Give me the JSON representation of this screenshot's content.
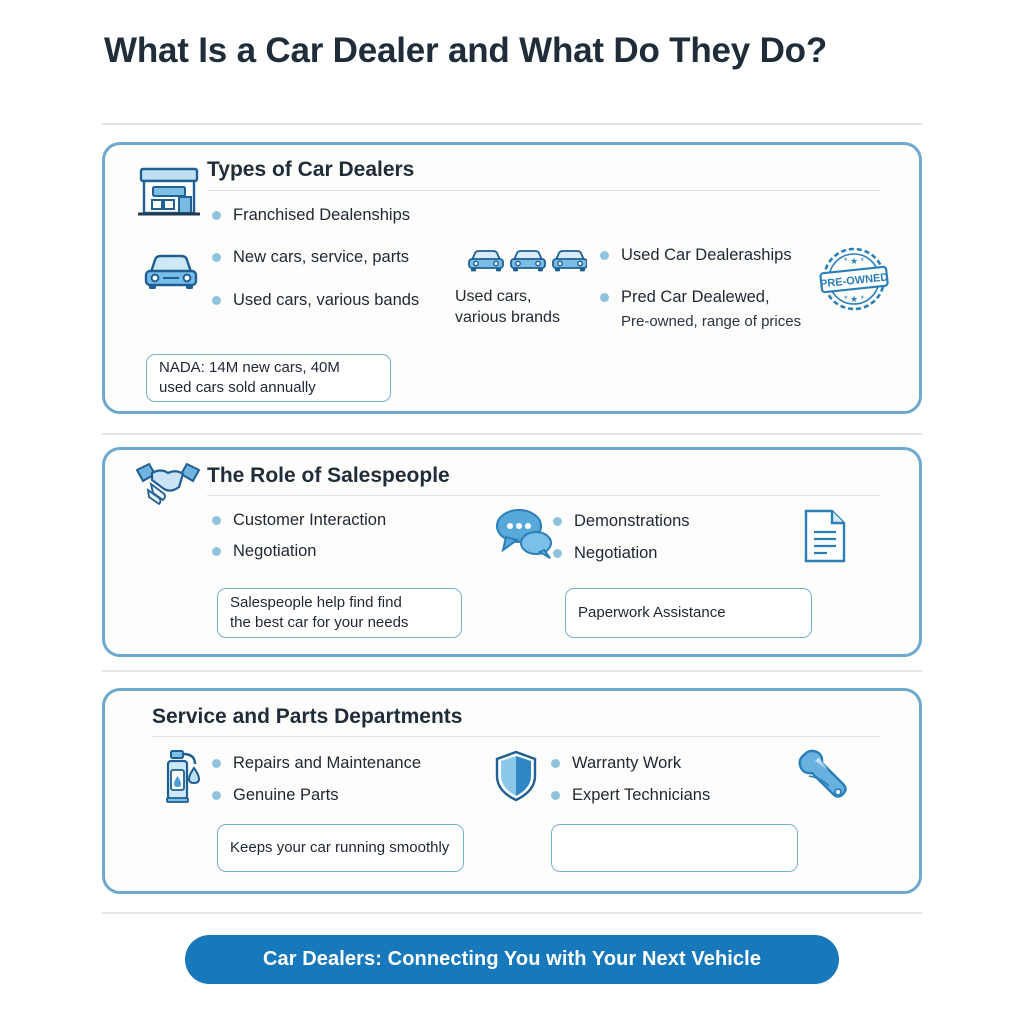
{
  "title": "What Is a Car Dealer and What Do They Do?",
  "cards": [
    {
      "heading": "Types of Car Dealers",
      "left_bullets": [
        "Franchised Dealenships",
        "New cars, service, parts",
        "Used cars, various bands"
      ],
      "middle_caption_line1": "Used cars,",
      "middle_caption_line2": "various brands",
      "right_bullets": [
        "Used Car Dealeraships",
        "Pred Car Dealewed,"
      ],
      "right_sub": "Pre-owned, range of prices",
      "badge_label": "PRE-OWNED",
      "note_line1": "NADA: 14M new cars, 40M",
      "note_line2": "used cars sold annually",
      "icons": {
        "dealership": "storefront-icon",
        "car": "car-front-icon",
        "car_row": "three-cars-icon",
        "badge": "pre-owned-stamp-icon"
      }
    },
    {
      "heading": "The Role of Salespeople",
      "left_bullets": [
        "Customer Interaction",
        "Negotiation"
      ],
      "right_bullets": [
        "Demonstrations",
        "Negotiation"
      ],
      "note_left_line1": "Salespeople help find find",
      "note_left_line2": "the best car for your needs",
      "note_right": "Paperwork Assistance",
      "icons": {
        "handshake": "handshake-icon",
        "chat": "speech-bubbles-icon",
        "document": "document-icon"
      }
    },
    {
      "heading": "Service and Parts Departments",
      "left_bullets": [
        "Repairs and Maintenance",
        "Genuine Parts"
      ],
      "right_bullets": [
        "Warranty Work",
        "Expert Technicians"
      ],
      "note_left": "Keeps your car running smoothly",
      "note_right": "",
      "icons": {
        "oil_bottle": "oil-bottle-icon",
        "shield": "shield-icon",
        "wrench": "wrench-gear-icon"
      }
    }
  ],
  "footer": {
    "text": "Car Dealers: Connecting You with Your Next Vehicle"
  },
  "colors": {
    "card_border": "#6ea9cd",
    "accent_blue": "#1779bc",
    "icon_blue": "#3d93d0",
    "icon_dark": "#1f5f93",
    "bullet_dot": "#8fc3dd",
    "title_text": "#1f2d3a",
    "divider": "#e4e5e6",
    "page_bg": "#ffffff"
  }
}
